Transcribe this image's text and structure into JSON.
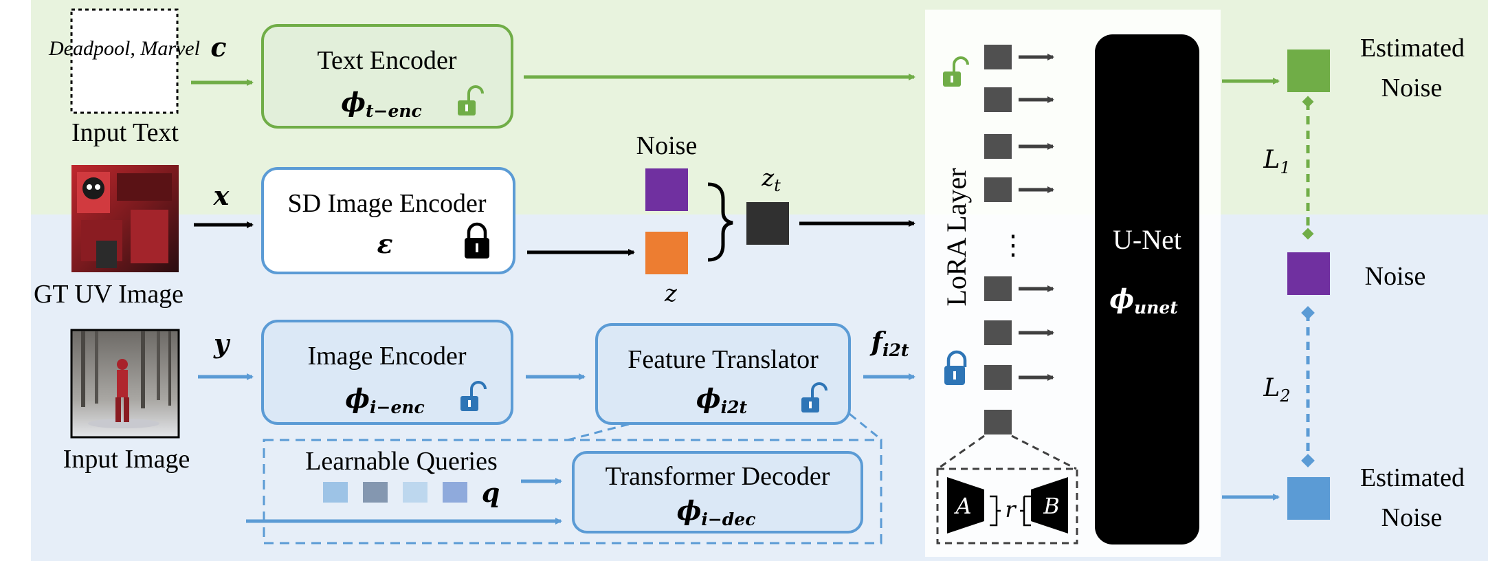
{
  "colors": {
    "green_band": "#e8f3de",
    "blue_band": "#e6eef8",
    "green": "#70ad47",
    "green_fill": "#e2efda",
    "blue": "#5b9bd5",
    "blue_fill": "#dbe8f6",
    "purple": "#7030a0",
    "orange": "#ed7d31",
    "green_square": "#70ad47",
    "blue_square": "#5b9bd5",
    "dark_square": "#303030",
    "unet_black": "#000000"
  },
  "input_text": {
    "content": "Deadpool, Marvel",
    "caption": "Input Text",
    "symbol": "c"
  },
  "gt_uv_image": {
    "caption": "GT UV Image",
    "symbol": "x"
  },
  "input_image": {
    "caption": "Input Image",
    "symbol": "y"
  },
  "text_encoder": {
    "title": "Text Encoder",
    "phi": "ϕ",
    "sub": "t−enc",
    "lock_icon": "unlocked-padlock"
  },
  "sd_image_encoder": {
    "title": "SD Image Encoder",
    "symbol": "ε",
    "lock_icon": "locked-padlock"
  },
  "image_encoder": {
    "title": "Image Encoder",
    "phi": "ϕ",
    "sub": "i−enc",
    "lock_icon": "unlocked-padlock"
  },
  "feature_translator": {
    "title": "Feature Translator",
    "phi": "ϕ",
    "sub": "i2t",
    "lock_icon": "unlocked-padlock",
    "output_symbol": "f",
    "output_sub": "i2t"
  },
  "transformer_decoder": {
    "title": "Transformer Decoder",
    "phi": "ϕ",
    "sub": "i−dec"
  },
  "learnable_queries": {
    "title": "Learnable Queries",
    "symbol": "q",
    "token_colors": [
      "#9dc3e6",
      "#8497b0",
      "#bdd7ee",
      "#8faadc"
    ]
  },
  "noise_latent": {
    "noise_label": "Noise",
    "z_label": "z",
    "zt_label": "z",
    "zt_sub": "t"
  },
  "lora": {
    "label": "LoRA Layer",
    "dots": "⋮",
    "a_label": "A",
    "b_label": "B",
    "r_label": "r"
  },
  "unet": {
    "title": "U-Net",
    "phi": "ϕ",
    "sub": "unet"
  },
  "outputs": {
    "estimated_noise_top_line1": "Estimated",
    "estimated_noise_top_line2": "Noise",
    "noise_mid": "Noise",
    "estimated_noise_bottom_line1": "Estimated",
    "estimated_noise_bottom_line2": "Noise",
    "loss1": "L",
    "loss1_sub": "1",
    "loss2": "L",
    "loss2_sub": "2"
  }
}
